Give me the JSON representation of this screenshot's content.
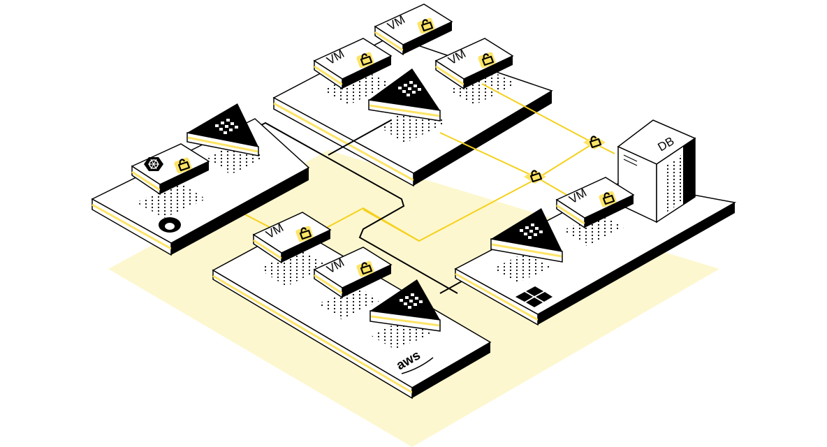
{
  "diagram": {
    "title": "Multi-cloud infrastructure with secured VMs and database",
    "colors": {
      "ground": "#fdf7cf",
      "accent_yellow": "#fde466",
      "line_yellow": "#f5d11c",
      "ink": "#000000",
      "surface": "#ffffff"
    },
    "platforms": [
      {
        "id": "top-cluster",
        "nodes": [
          "VM",
          "VM",
          "VM",
          "vault-triangle"
        ]
      },
      {
        "id": "kubernetes-cloud",
        "logo": "cloud-icon",
        "nodes": [
          "kubernetes-node",
          "vault-triangle"
        ]
      },
      {
        "id": "aws",
        "logo": "aws",
        "nodes": [
          "VM",
          "VM",
          "vault-triangle"
        ]
      },
      {
        "id": "windows-azure",
        "logo": "windows-icon",
        "nodes": [
          "VM",
          "DB",
          "vault-triangle"
        ]
      }
    ],
    "labels": {
      "vm_top": "VM",
      "vm_top_left": "VM",
      "vm_top_right": "VM",
      "vm_aws_1": "VM",
      "vm_aws_2": "VM",
      "vm_right": "VM",
      "db": "DB",
      "aws_logo": "aws"
    }
  }
}
